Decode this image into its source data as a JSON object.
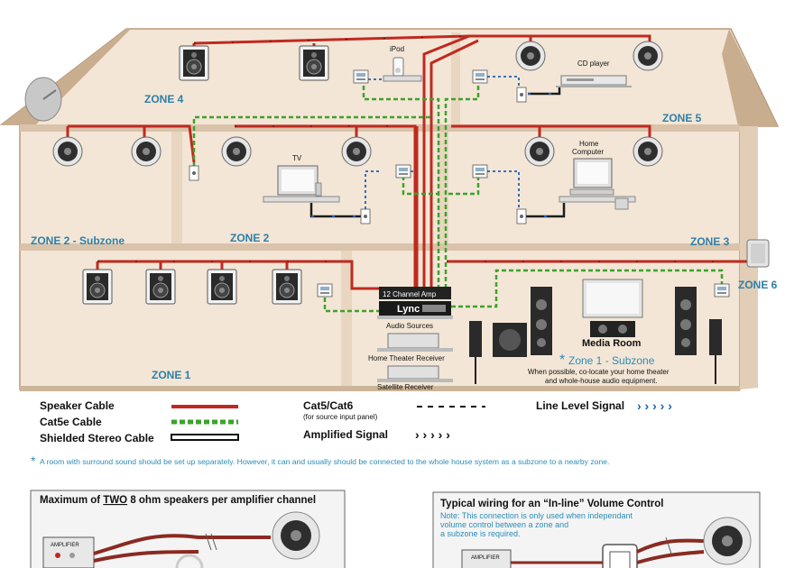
{
  "zones": {
    "zone1": "ZONE 1",
    "zone2": "ZONE 2",
    "zone2_sub": "ZONE 2 - Subzone",
    "zone3": "ZONE 3",
    "zone4": "ZONE 4",
    "zone5": "ZONE 5",
    "zone6": "ZONE 6",
    "zone1_sub": "Zone 1 - Subzone",
    "zone1_sub_star": "*"
  },
  "devices": {
    "ipod": "iPod",
    "cd_player": "CD player",
    "tv": "TV",
    "home_computer_1": "Home",
    "home_computer_2": "Computer",
    "amp": "12 Channel Amp",
    "lync": "Lync",
    "audio_sources": "Audio Sources",
    "home_theater_receiver": "Home Theater Receiver",
    "satellite_receiver": "Satellite Receiver",
    "media_room": "Media Room",
    "colocate_1": "When possible, co-locate your home theater",
    "colocate_2": "and whole-house audio equipment."
  },
  "legend": {
    "speaker_cable": "Speaker Cable",
    "cat5e_cable": "Cat5e Cable",
    "shielded_cable": "Shielded Stereo Cable",
    "cat_cable": "Cat5/Cat6",
    "cat_cable_note": "(for source input panel)",
    "amplified_signal": "Amplified Signal",
    "line_level_signal": "Line Level Signal",
    "amplified_arrows": "›   ›   ›   ›   ›",
    "line_arrows": "›   ›   ›   ›   ›"
  },
  "footnote": {
    "star": "*",
    "text": "A room with surround sound should be set up separately.  However, it can and usually should be connected to the whole house system as a subzone to a nearby zone."
  },
  "panel_left": {
    "title_pre": "Maximum of ",
    "title_em": "TWO",
    "title_post": " 8 ohm speakers per amplifier channel",
    "amp_label": "AMPLIFIER"
  },
  "panel_right": {
    "title": "Typical wiring for an “In-line” Volume Control",
    "note_1": "Note: This connection is only used when independant",
    "note_2": "volume control between a zone and",
    "note_3": "a subzone is required.",
    "amp_label": "AMPLIFIER"
  },
  "colors": {
    "speaker_cable": "#c0291f",
    "cat5e_cable": "#4caf2f",
    "signal_blue": "#1f5fb5",
    "zone_text": "#2f7fa6",
    "wall": "#f3e6d6",
    "roof": "#c9ad8f"
  }
}
